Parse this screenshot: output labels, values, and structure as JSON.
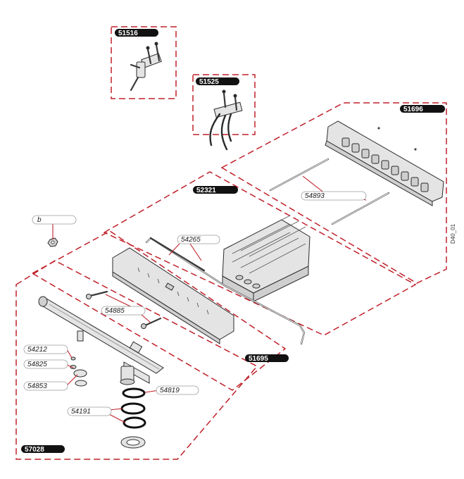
{
  "title": "",
  "groups": [
    {
      "id": "51516",
      "label": "51516"
    },
    {
      "id": "51525",
      "label": "51525"
    },
    {
      "id": "51696",
      "label": "51696"
    },
    {
      "id": "52321",
      "label": "52321"
    },
    {
      "id": "51695",
      "label": "51695"
    },
    {
      "id": "57028",
      "label": "57028"
    }
  ],
  "callouts": [
    {
      "id": "b",
      "label": "b"
    },
    {
      "id": "54893",
      "label": "54893"
    },
    {
      "id": "54265",
      "label": "54265"
    },
    {
      "id": "54885",
      "label": "54885"
    },
    {
      "id": "54212",
      "label": "54212"
    },
    {
      "id": "54825",
      "label": "54825"
    },
    {
      "id": "54853",
      "label": "54853"
    },
    {
      "id": "54819",
      "label": "54819"
    },
    {
      "id": "54191",
      "label": "54191"
    }
  ],
  "drawing_code": "D40_01",
  "colors": {
    "outline": "#c0202a",
    "badge": "#111111"
  }
}
